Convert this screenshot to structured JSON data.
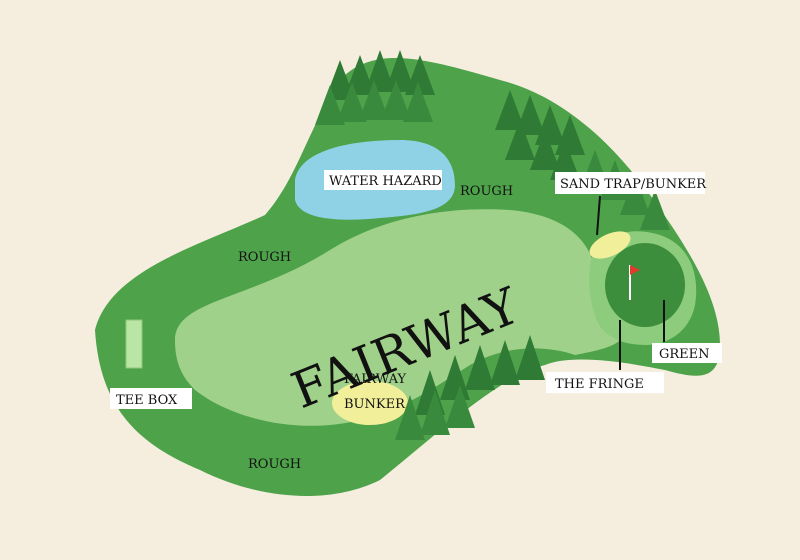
{
  "labels": {
    "fairway": "FAIRWAY",
    "water_hazard": "WATER HAZARD",
    "rough_top": "ROUGH",
    "rough_left": "ROUGH",
    "rough_bottom": "ROUGH",
    "sand_trap": "SAND TRAP/BUNKER",
    "green": "GREEN",
    "fringe": "THE FRINGE",
    "tee_box": "TEE BOX",
    "fairway_bunker_line1": "FAIRWAY",
    "fairway_bunker_line2": "BUNKER"
  },
  "colors": {
    "background": "#f5eedf",
    "rough": "#4da24a",
    "fairway": "#9fd18a",
    "fringe": "#8ccc7c",
    "green": "#3c8e3c",
    "water": "#8fd2e6",
    "sand": "#f2ef9a",
    "tree": "#2f7a34"
  }
}
